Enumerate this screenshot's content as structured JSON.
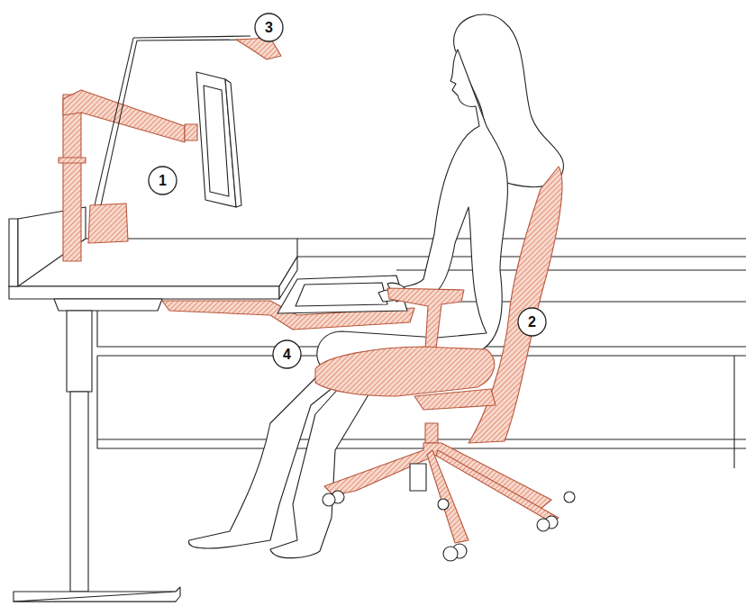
{
  "diagram": {
    "nodes": [
      {
        "text": [
          "3"
        ]
      },
      {
        "text": [
          "1"
        ]
      },
      {
        "text": [
          "4"
        ]
      },
      {
        "text": [
          "2"
        ]
      }
    ]
  }
}
